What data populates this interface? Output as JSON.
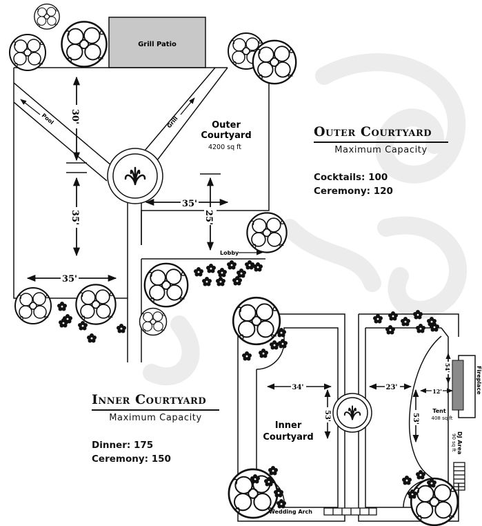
{
  "outer": {
    "title": "Outer Courtyard",
    "subtitle": "Maximum Capacity",
    "cocktails": "Cocktails: 100",
    "ceremony": "Ceremony: 120",
    "map_name_1": "Outer",
    "map_name_2": "Courtyard",
    "area": "4200 sq ft"
  },
  "inner": {
    "title": "Inner Courtyard",
    "subtitle": "Maximum Capacity",
    "dinner": "Dinner: 175",
    "ceremony": "Ceremony: 150",
    "map_name_1": "Inner",
    "map_name_2": "Courtyard"
  },
  "labels": {
    "grill_patio": "Grill Patio",
    "pool": "Pool",
    "grill": "Grill",
    "lobby": "Lobby",
    "wedding_arch": "Wedding Arch",
    "fireplace": "Fireplace",
    "dj_area": "DJ Area",
    "dj_area_size": "90 sq ft",
    "tent": "Tent",
    "tent_size": "408 sq ft"
  },
  "dims": {
    "d30": "30'",
    "d35_vert": "35'",
    "d35_horiz_outer": "35'",
    "d25": "25'",
    "d35_bottom": "35'",
    "d34": "34'",
    "d23": "23'",
    "d53_left": "53'",
    "d53_right": "53'",
    "d12": "12'",
    "d54": "54'"
  }
}
